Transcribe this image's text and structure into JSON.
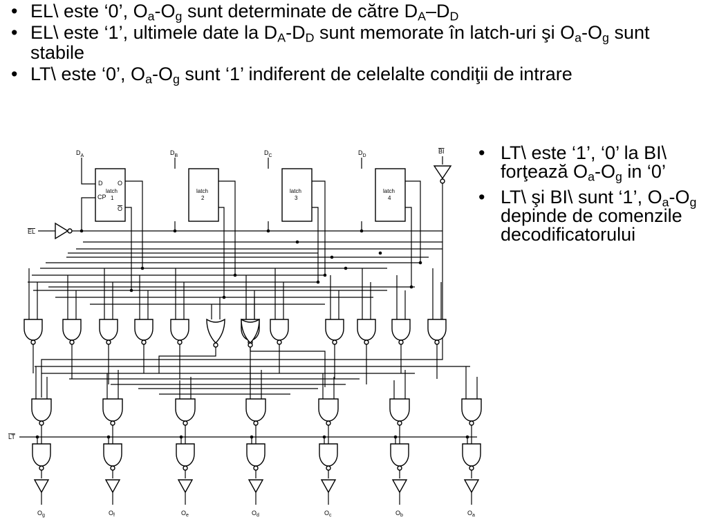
{
  "text": {
    "b1": {
      "p1": "EL\\ este ‘0’, O",
      "s1": "a",
      "p2": "-O",
      "s2": "g",
      "p3": " sunt determinate de către D",
      "s3": "A",
      "p4": "–D",
      "s4": "D"
    },
    "b2": {
      "p1": "EL\\ este ‘1’, ultimele date la D",
      "s1": "A",
      "p2": "-D",
      "s2": "D",
      "p3": " sunt memorate în latch-uri şi O",
      "s3": "a",
      "p4": "-O",
      "s4": "g",
      "p5": " sunt stabile"
    },
    "b3": {
      "p1": "LT\\ este ‘0’, O",
      "s1": "a",
      "p2": "-O",
      "s2": "g",
      "p3": " sunt ‘1’ indiferent de celelalte condiţii de intrare"
    },
    "b4": {
      "p1": "LT\\ este ‘1’, ‘0’ la BI\\ forţează O",
      "s1": "a",
      "p2": "-O",
      "s2": "g",
      "p3": " in ‘0’"
    },
    "b5": {
      "p1": "LT\\ şi BI\\ sunt ‘1’, O",
      "s1": "a",
      "p2": "-O",
      "s2": "g",
      "p3": " depinde de comenzile decodificatorului"
    }
  },
  "diagram": {
    "inputs": {
      "da": "D",
      "da_sub": "A",
      "db": "D",
      "db_sub": "B",
      "dc": "D",
      "dc_sub": "C",
      "dd": "D",
      "dd_sub": "D",
      "el": "EL",
      "bi": "BI",
      "lt": "LT"
    },
    "latch1": {
      "d": "D",
      "cp": "CP",
      "q": "O",
      "qn": "O",
      "name": "latch",
      "num": "1"
    },
    "latch2": {
      "name": "latch",
      "num": "2"
    },
    "latch3": {
      "name": "latch",
      "num": "3"
    },
    "latch4": {
      "name": "latch",
      "num": "4"
    },
    "outputs": [
      {
        "main": "O",
        "sub": "g"
      },
      {
        "main": "O",
        "sub": "f"
      },
      {
        "main": "O",
        "sub": "e"
      },
      {
        "main": "O",
        "sub": "d"
      },
      {
        "main": "O",
        "sub": "c"
      },
      {
        "main": "O",
        "sub": "b"
      },
      {
        "main": "O",
        "sub": "a"
      }
    ]
  }
}
